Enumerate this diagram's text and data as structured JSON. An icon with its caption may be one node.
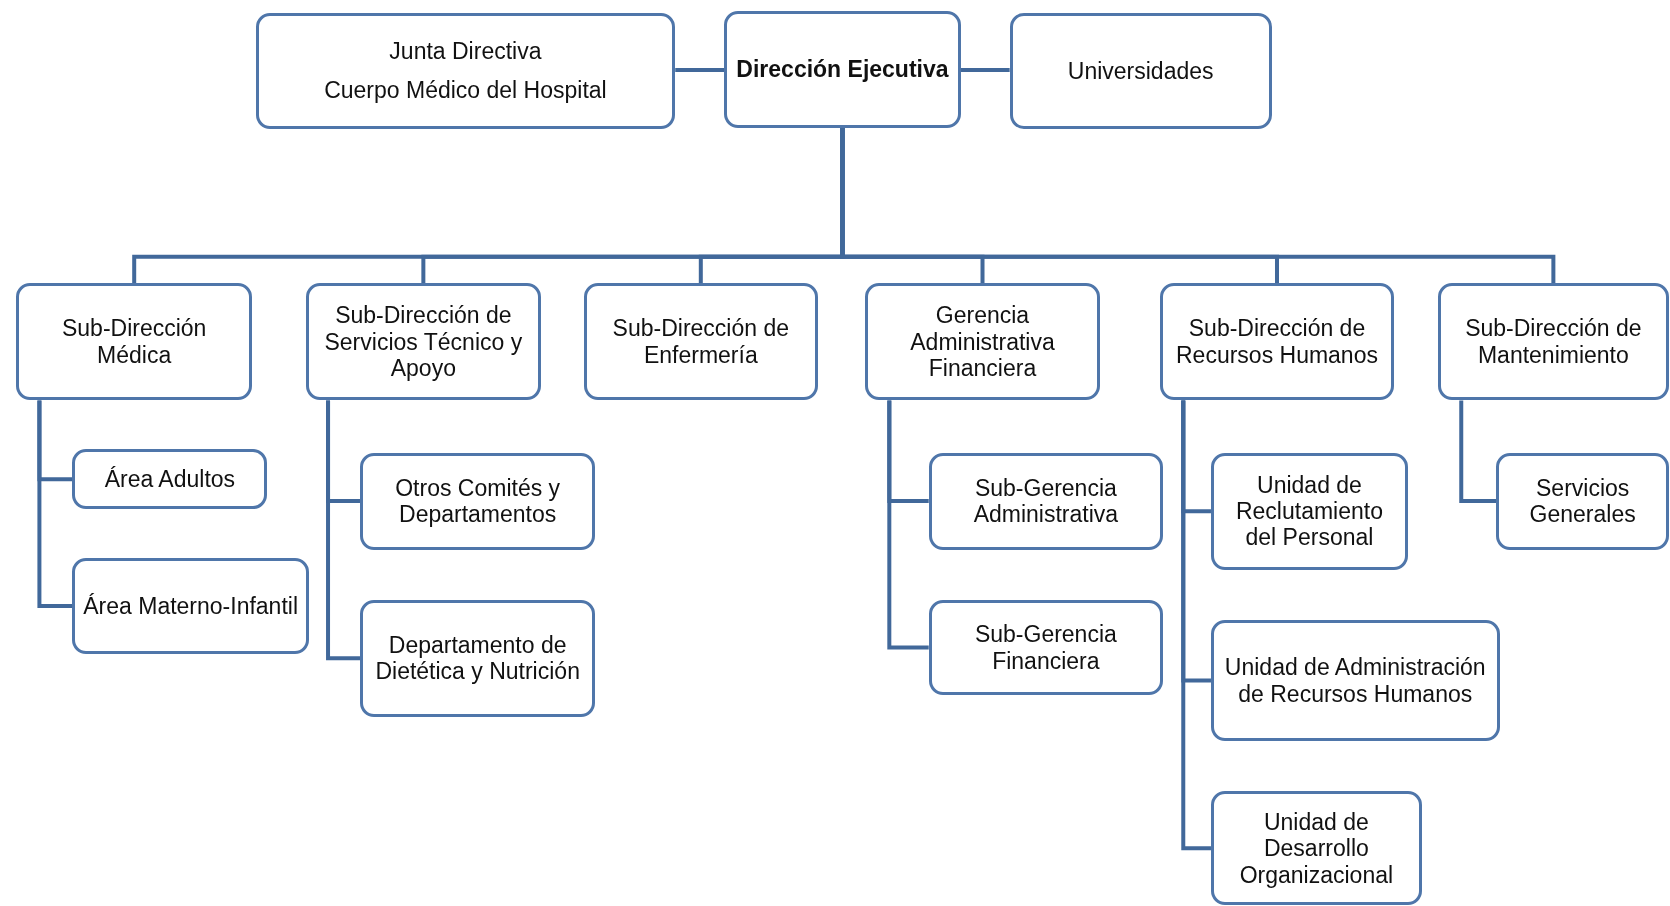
{
  "diagram": {
    "nodes": [
      {
        "text": [
          "Junta Directiva",
          "Cuerpo Médico del Hospital"
        ]
      },
      {
        "text": [
          "Dirección Ejecutiva"
        ]
      },
      {
        "text": [
          "Universidades"
        ]
      },
      {
        "text": [
          "Sub-Dirección Médica"
        ]
      },
      {
        "text": [
          "Sub-Dirección de Servicios Técnico y Apoyo"
        ]
      },
      {
        "text": [
          "Sub-Dirección de Enfermería"
        ]
      },
      {
        "text": [
          "Gerencia Administrativa Financiera"
        ]
      },
      {
        "text": [
          "Sub-Dirección de Recursos Humanos"
        ]
      },
      {
        "text": [
          "Sub-Dirección de Mantenimiento"
        ]
      },
      {
        "text": [
          "Área Adultos"
        ]
      },
      {
        "text": [
          "Área Materno-Infantil"
        ]
      },
      {
        "text": [
          "Otros Comités y Departamentos"
        ]
      },
      {
        "text": [
          "Departamento de Dietética y Nutrición"
        ]
      },
      {
        "text": [
          "Sub-Gerencia Administrativa"
        ]
      },
      {
        "text": [
          "Sub-Gerencia Financiera"
        ]
      },
      {
        "text": [
          "Unidad de Reclutamiento del Personal"
        ]
      },
      {
        "text": [
          "Unidad de Administración de Recursos Humanos"
        ]
      },
      {
        "text": [
          "Unidad de Desarrollo Organizacional"
        ]
      },
      {
        "text": [
          "Servicios Generales"
        ]
      }
    ],
    "edges": [
      {
        "from": 0,
        "to": 1,
        "arrow": "none"
      },
      {
        "from": 1,
        "to": 2,
        "arrow": "none"
      },
      {
        "from": 1,
        "to": 3,
        "arrow": "none"
      },
      {
        "from": 1,
        "to": 4,
        "arrow": "none"
      },
      {
        "from": 1,
        "to": 5,
        "arrow": "none"
      },
      {
        "from": 1,
        "to": 6,
        "arrow": "none"
      },
      {
        "from": 1,
        "to": 7,
        "arrow": "none"
      },
      {
        "from": 1,
        "to": 8,
        "arrow": "none"
      },
      {
        "from": 3,
        "to": 9,
        "arrow": "none"
      },
      {
        "from": 3,
        "to": 10,
        "arrow": "none"
      },
      {
        "from": 4,
        "to": 11,
        "arrow": "none"
      },
      {
        "from": 4,
        "to": 12,
        "arrow": "none"
      },
      {
        "from": 6,
        "to": 13,
        "arrow": "none"
      },
      {
        "from": 6,
        "to": 14,
        "arrow": "none"
      },
      {
        "from": 7,
        "to": 15,
        "arrow": "none"
      },
      {
        "from": 7,
        "to": 16,
        "arrow": "none"
      },
      {
        "from": 7,
        "to": 17,
        "arrow": "none"
      },
      {
        "from": 8,
        "to": 18,
        "arrow": "none"
      }
    ]
  }
}
